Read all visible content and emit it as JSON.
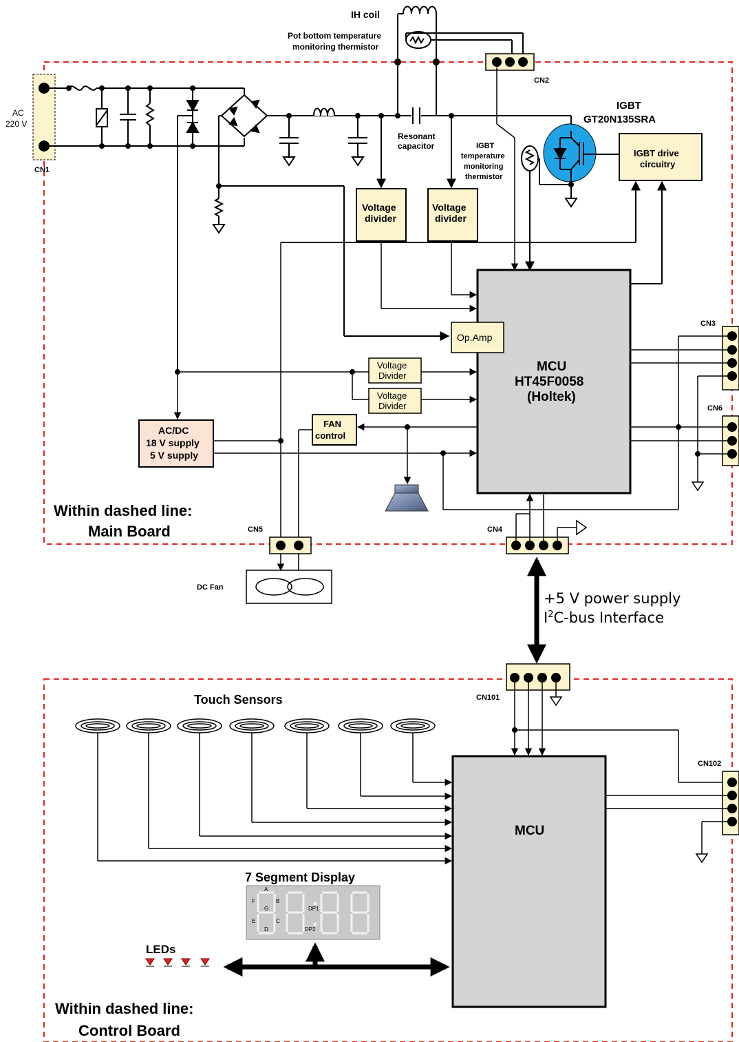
{
  "labels": {
    "ih_coil": "IH coil",
    "pot_thermistor_1": "Pot bottom temperature",
    "pot_thermistor_2": "monitoring thermistor",
    "ac_1": "AC",
    "ac_2": "220 V",
    "cn1": "CN1",
    "cn2": "CN2",
    "cn3": "CN3",
    "cn4": "CN4",
    "cn5": "CN5",
    "cn6": "CN6",
    "cn101": "CN101",
    "cn102": "CN102",
    "igbt_1": "IGBT",
    "igbt_2": "GT20N135SRA",
    "resonant_1": "Resonant",
    "resonant_2": "capacitor",
    "igbt_therm_1": "IGBT",
    "igbt_therm_2": "temperature",
    "igbt_therm_3": "monitoring",
    "igbt_therm_4": "thermistor",
    "igbt_drive_1": "IGBT drive",
    "igbt_drive_2": "circuitry",
    "vdiv_bold_1": "Voltage",
    "vdiv_bold_2": "divider",
    "opamp": "Op.Amp",
    "mcu_main_1": "MCU",
    "mcu_main_2": "HT45F0058",
    "mcu_main_3": "(Holtek)",
    "vdiv_small_1": "Voltage",
    "vdiv_small_2": "Divider",
    "acdc_1": "AC/DC",
    "acdc_2": "18 V supply",
    "acdc_3": "5 V supply",
    "fan_1": "FAN",
    "fan_2": "control",
    "main_board_1": "Within dashed line:",
    "main_board_2": "Main Board",
    "dc_fan": "DC Fan",
    "bus_1": "+5 V power supply",
    "bus_2_i": "I",
    "bus_2_sup": "2",
    "bus_2_rest": "C-bus Interface",
    "touch": "Touch Sensors",
    "mcu_ctrl": "MCU",
    "seg_title": "7 Segment Display",
    "leds": "LEDs",
    "ctrl_board_1": "Within dashed line:",
    "ctrl_board_2": "Control Board",
    "seg_a": "A",
    "seg_b": "B",
    "seg_c": "C",
    "seg_d": "D",
    "seg_e": "E",
    "seg_f": "F",
    "seg_g": "G",
    "seg_dp1": "DP1",
    "seg_dp2": "DP2"
  },
  "colors": {
    "dashed_border": "#e8231e",
    "block_fill": "#fdf3cc",
    "acdc_fill": "#fbe3d6",
    "mcu_fill": "#d4d4d4",
    "igbt_fill": "#1fa3e6",
    "seg_fill": "#c9c9c9"
  }
}
